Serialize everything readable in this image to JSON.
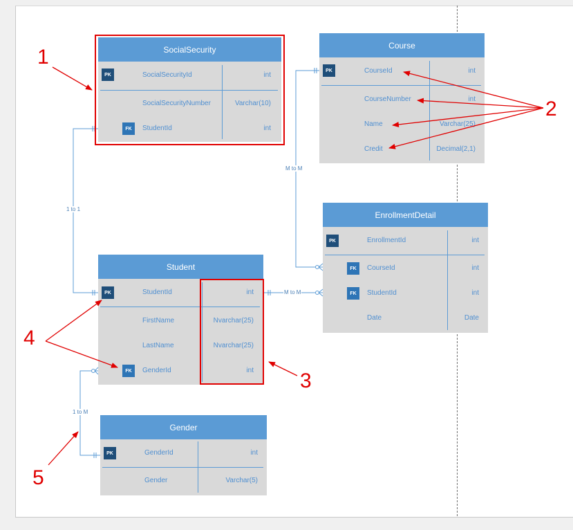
{
  "tables": {
    "social_security": {
      "title": "SocialSecurity",
      "rows": [
        {
          "key": "PK",
          "name": "SocialSecurityId",
          "type": "int"
        },
        {
          "key": "",
          "name": "SocialSecurityNumber",
          "type": "Varchar(10)"
        },
        {
          "key": "FK",
          "name": "StudentId",
          "type": "int"
        }
      ]
    },
    "course": {
      "title": "Course",
      "rows": [
        {
          "key": "PK",
          "name": "CourseId",
          "type": "int"
        },
        {
          "key": "",
          "name": "CourseNumber",
          "type": "int"
        },
        {
          "key": "",
          "name": "Name",
          "type": "Varchar(25)"
        },
        {
          "key": "",
          "name": "Credit",
          "type": "Decimal(2,1)"
        }
      ]
    },
    "enrollment_detail": {
      "title": "EnrollmentDetail",
      "rows": [
        {
          "key": "PK",
          "name": "EnrollmentId",
          "type": "int"
        },
        {
          "key": "FK",
          "name": "CourseId",
          "type": "int"
        },
        {
          "key": "FK",
          "name": "StudentId",
          "type": "int"
        },
        {
          "key": "",
          "name": "Date",
          "type": "Date"
        }
      ]
    },
    "student": {
      "title": "Student",
      "rows": [
        {
          "key": "PK",
          "name": "StudentId",
          "type": "int"
        },
        {
          "key": "",
          "name": "FirstName",
          "type": "Nvarchar(25)"
        },
        {
          "key": "",
          "name": "LastName",
          "type": "Nvarchar(25)"
        },
        {
          "key": "FK",
          "name": "GenderId",
          "type": "int"
        }
      ]
    },
    "gender": {
      "title": "Gender",
      "rows": [
        {
          "key": "PK",
          "name": "GenderId",
          "type": "int"
        },
        {
          "key": "",
          "name": "Gender",
          "type": "Varchar(5)"
        }
      ]
    }
  },
  "relationships": {
    "one_to_one": "1 to 1",
    "course_enrollment": "M to M",
    "student_enrollment": "M to M",
    "one_to_many": "1 to M"
  },
  "callouts": [
    "1",
    "2",
    "3",
    "4",
    "5"
  ],
  "colors": {
    "header": "#5b9bd5",
    "body": "#d9d9d9",
    "pk_badge": "#1f4e79",
    "fk_badge": "#2e75b6",
    "field_text": "#4f8fd1",
    "annotation": "#e00000"
  }
}
